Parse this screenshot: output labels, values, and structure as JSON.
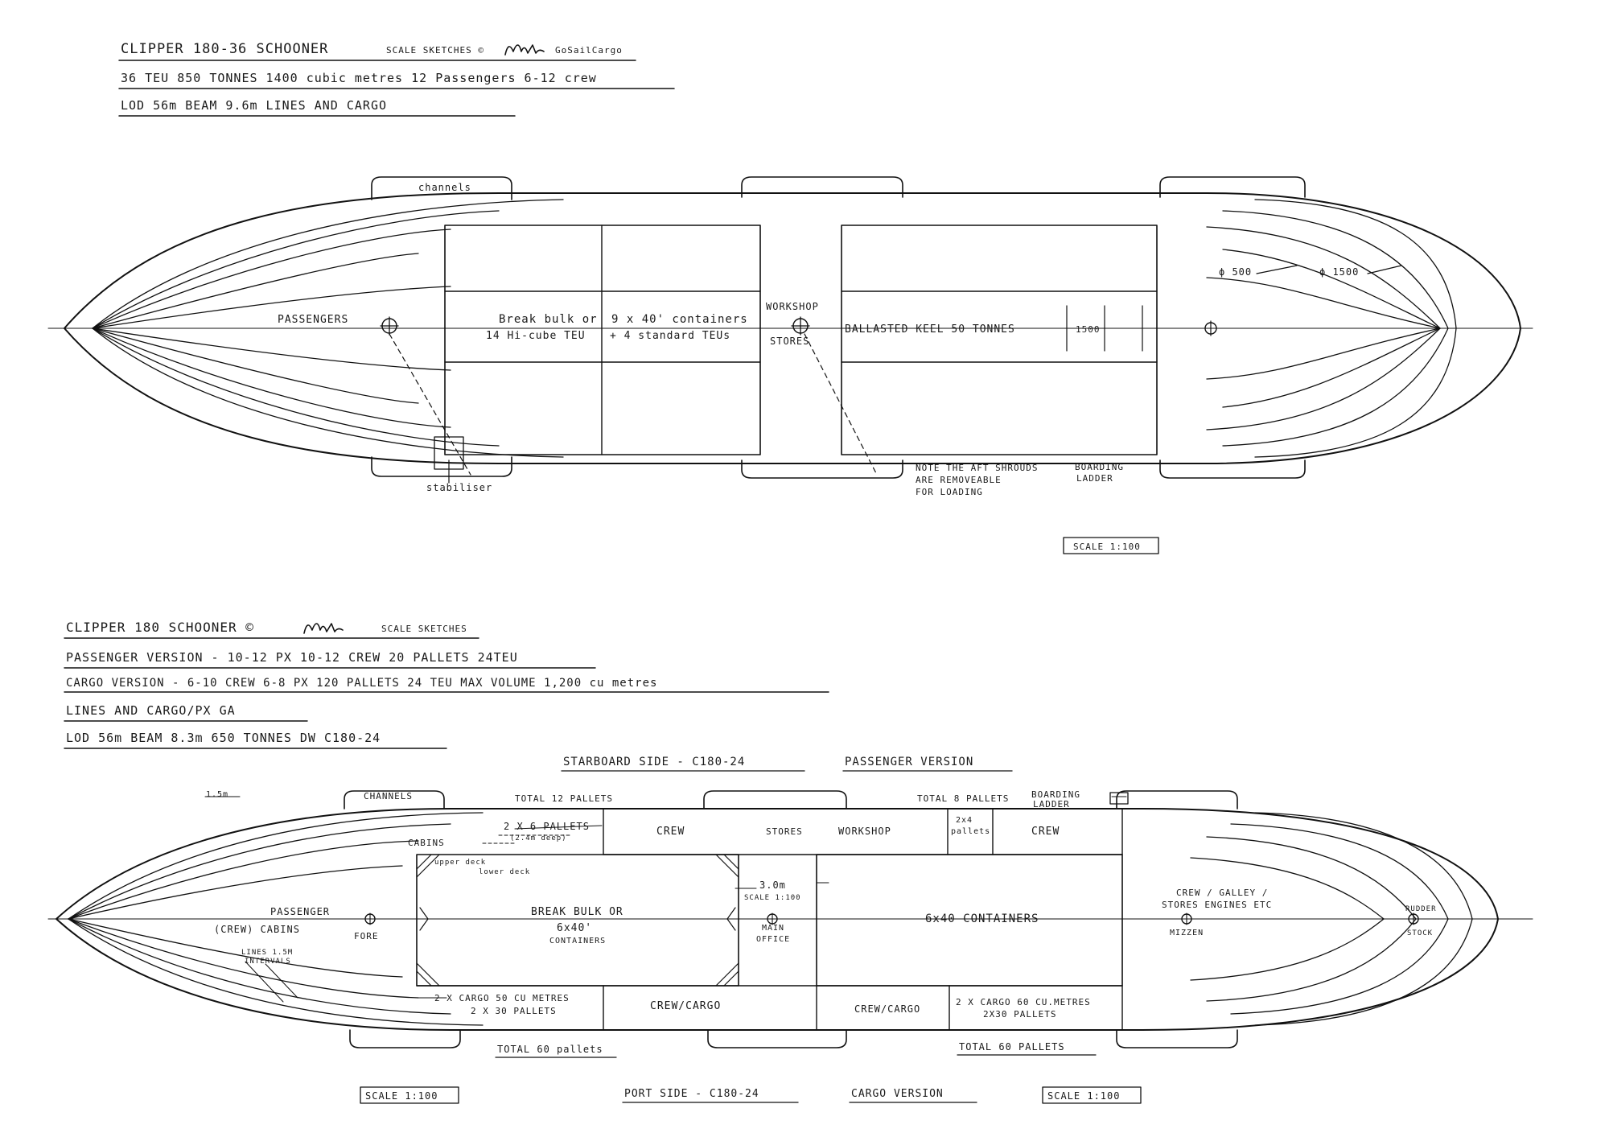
{
  "top_drawing": {
    "title_line1": "CLIPPER 180-36 SCHOONER",
    "title_note": "SCALE SKETCHES ©",
    "title_credit": "GoSailCargo",
    "spec_line2": "36 TEU 850 TONNES 1400 cubic metres 12 Passengers 6-12 crew",
    "spec_line3": "LOD 56m BEAM 9.6m LINES AND CARGO",
    "labels": {
      "channels": "channels",
      "passengers": "PASSENGERS",
      "break_bulk": "Break bulk or",
      "hi_cube": "14 Hi-cube TEU",
      "containers": "9 x 40' containers",
      "standard": "+ 4 standard TEUs",
      "workshop": "WORKSHOP",
      "stores": "STORES",
      "keel": "BALLASTED KEEL 50 TONNES",
      "frame_1500": "1500",
      "dia_500": "ϕ 500",
      "dia_1500": "ϕ 1500",
      "stabiliser": "stabiliser",
      "note_1": "NOTE THE AFT SHROUDS",
      "note_2": "ARE REMOVEABLE",
      "note_3": "FOR LOADING",
      "boarding": "BOARDING",
      "ladder": "LADDER",
      "scale": "SCALE 1:100"
    }
  },
  "bottom_drawing": {
    "title_line1": "CLIPPER 180 SCHOONER ©",
    "title_note": "SCALE SKETCHES",
    "spec_line2": "PASSENGER VERSION - 10-12 PX 10-12 CREW 20 PALLETS 24TEU",
    "spec_line3": "CARGO VERSION - 6-10 CREW 6-8 PX 120 PALLETS 24 TEU MAX VOLUME 1,200 cu metres",
    "spec_line4": "LINES AND CARGO/PX GA",
    "spec_line5": "LOD 56m BEAM 8.3m 650 TONNES DW C180-24",
    "starboard_heading": "STARBOARD SIDE - C180-24",
    "passenger_version": "PASSENGER VERSION",
    "port_heading": "PORT SIDE - C180-24",
    "cargo_version": "CARGO VERSION",
    "labels": {
      "spacing": "1.5m",
      "channels": "CHANNELS",
      "total_12": "TOTAL 12 PALLETS",
      "total_8": "TOTAL 8 PALLETS",
      "boarding": "BOARDING",
      "ladder": "LADDER",
      "pallets_2x6": "2 X 6 PALLETS",
      "deep": "(2.4m deep)",
      "cabins": "CABINS",
      "upper_deck": "upper deck",
      "lower_deck": "lower deck",
      "crew_fwd": "CREW",
      "stores": "STORES",
      "workshop": "WORKSHOP",
      "pallets_2x4_a": "2x4",
      "pallets_2x4_b": "pallets",
      "crew_aft": "CREW",
      "dim_3m": "3.0m",
      "scale_small": "SCALE 1:100",
      "break_bulk": "BREAK BULK OR",
      "containers_6x40": "6x40'",
      "containers_word": "CONTAINERS",
      "containers_aft": "6x40 CONTAINERS",
      "passenger": "PASSENGER",
      "crew_cabins": "(CREW) CABINS",
      "fore": "FORE",
      "main": "MAIN",
      "office": "OFFICE",
      "crew_galley": "CREW / GALLEY /",
      "stores_engines": "STORES ENGINES ETC",
      "mizzen": "MIZZEN",
      "rudder": "RUDDER",
      "stock": "STOCK",
      "lines_1": "LINES 1.5M",
      "lines_2": "INTERVALS",
      "cargo_50_a": "2 X CARGO 50 CU METRES",
      "cargo_50_b": "2 X 30 PALLETS",
      "crew_cargo_fwd": "CREW/CARGO",
      "crew_cargo_aft": "CREW/CARGO",
      "cargo_60_a": "2 X CARGO 60 CU.METRES",
      "cargo_60_b": "2X30 PALLETS",
      "total_60_fwd": "TOTAL 60 pallets",
      "total_60_aft": "TOTAL 60 PALLETS",
      "scale_left": "SCALE 1:100",
      "scale_right": "SCALE 1:100"
    }
  }
}
